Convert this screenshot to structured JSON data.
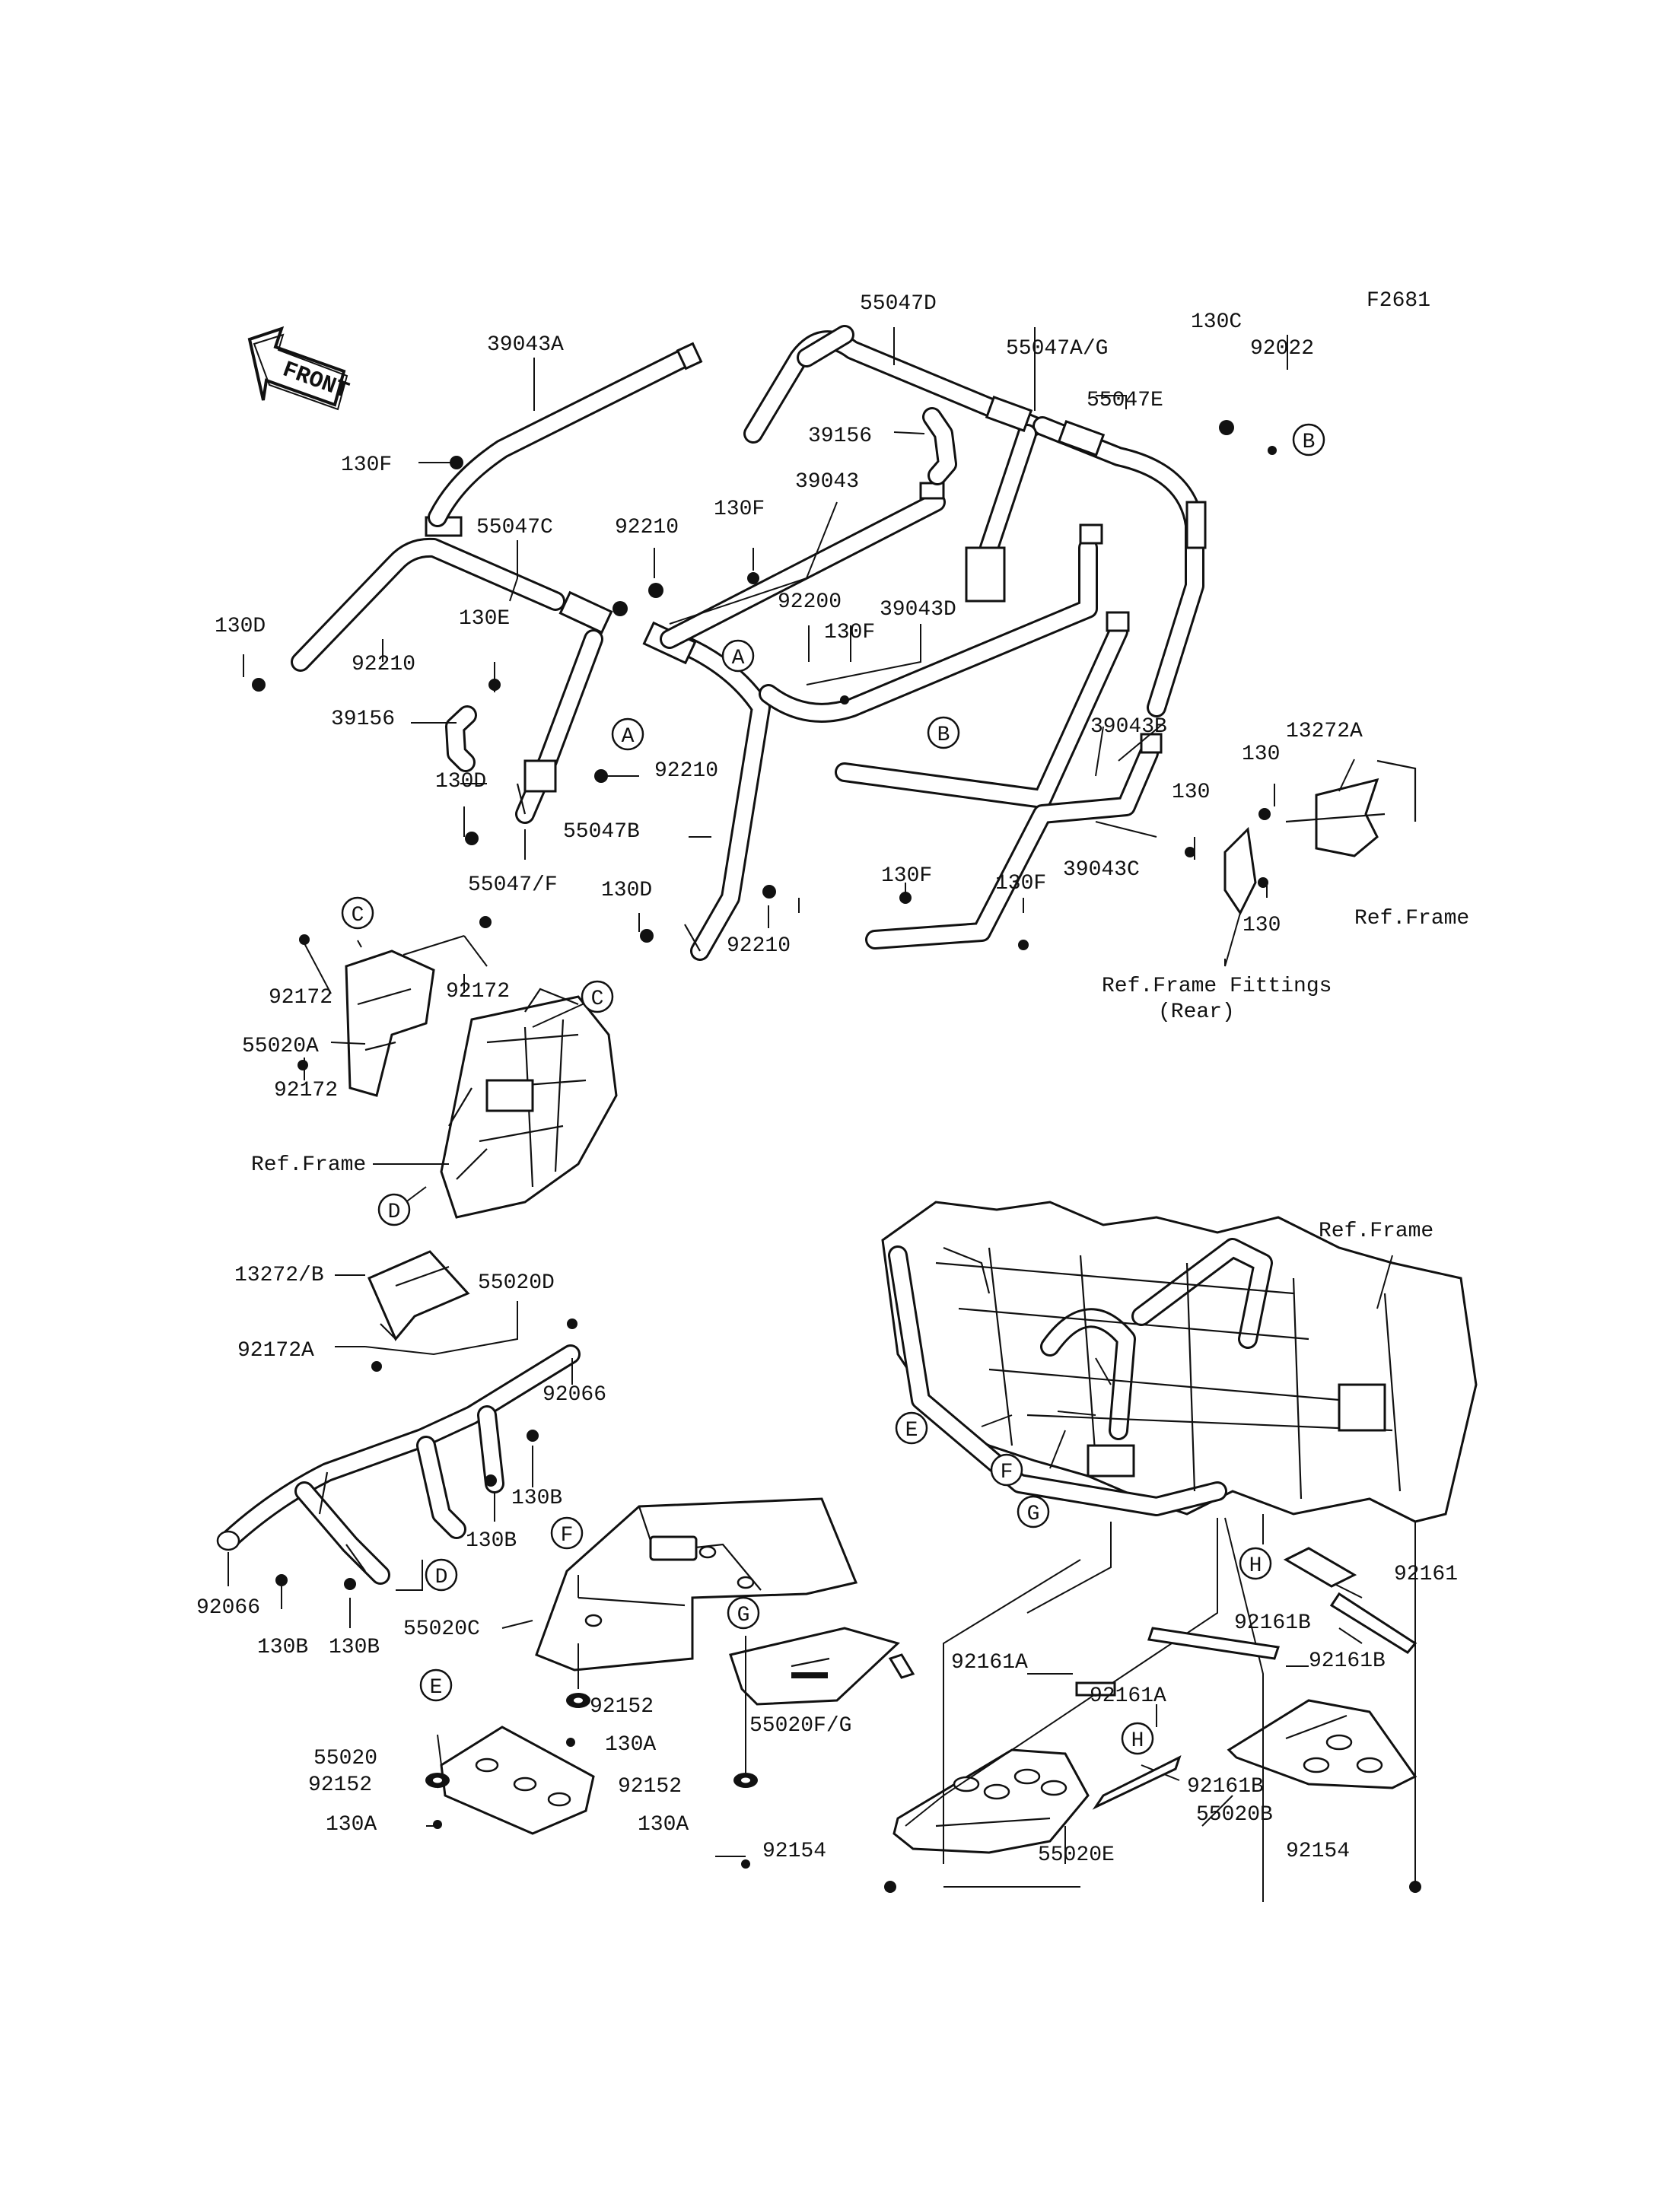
{
  "diagram_id": "F2681",
  "front_label": "FRONT",
  "refs": {
    "frame": "Ref.Frame",
    "frame_fittings": "Ref.Frame Fittings",
    "frame_fittings_sub": "(Rear)"
  },
  "markers": [
    "A",
    "B",
    "C",
    "D",
    "E",
    "F",
    "G",
    "H"
  ],
  "parts": {
    "p55047D": "55047D",
    "p55047AG": "55047A/G",
    "p55047E": "55047E",
    "p130C": "130C",
    "p92022": "92022",
    "p39043A": "39043A",
    "p130F": "130F",
    "p39156": "39156",
    "p39043": "39043",
    "p55047C": "55047C",
    "p92210": "92210",
    "p130D": "130D",
    "p130E": "130E",
    "p92200": "92200",
    "p39043D": "39043D",
    "p39043B": "39043B",
    "p13272A": "13272A",
    "p130": "130",
    "p55047B": "55047B",
    "p55047F": "55047/F",
    "p39043C": "39043C",
    "p92172": "92172",
    "p55020A": "55020A",
    "p13272B": "13272/B",
    "p92172A": "92172A",
    "p55020D": "55020D",
    "p92066": "92066",
    "p130B": "130B",
    "p55020C": "55020C",
    "p55020": "55020",
    "p92152": "92152",
    "p130A": "130A",
    "p55020FG": "55020F/G",
    "p92161": "92161",
    "p92161A": "92161A",
    "p92161B": "92161B",
    "p55020B": "55020B",
    "p92154": "92154",
    "p55020E": "55020E"
  }
}
